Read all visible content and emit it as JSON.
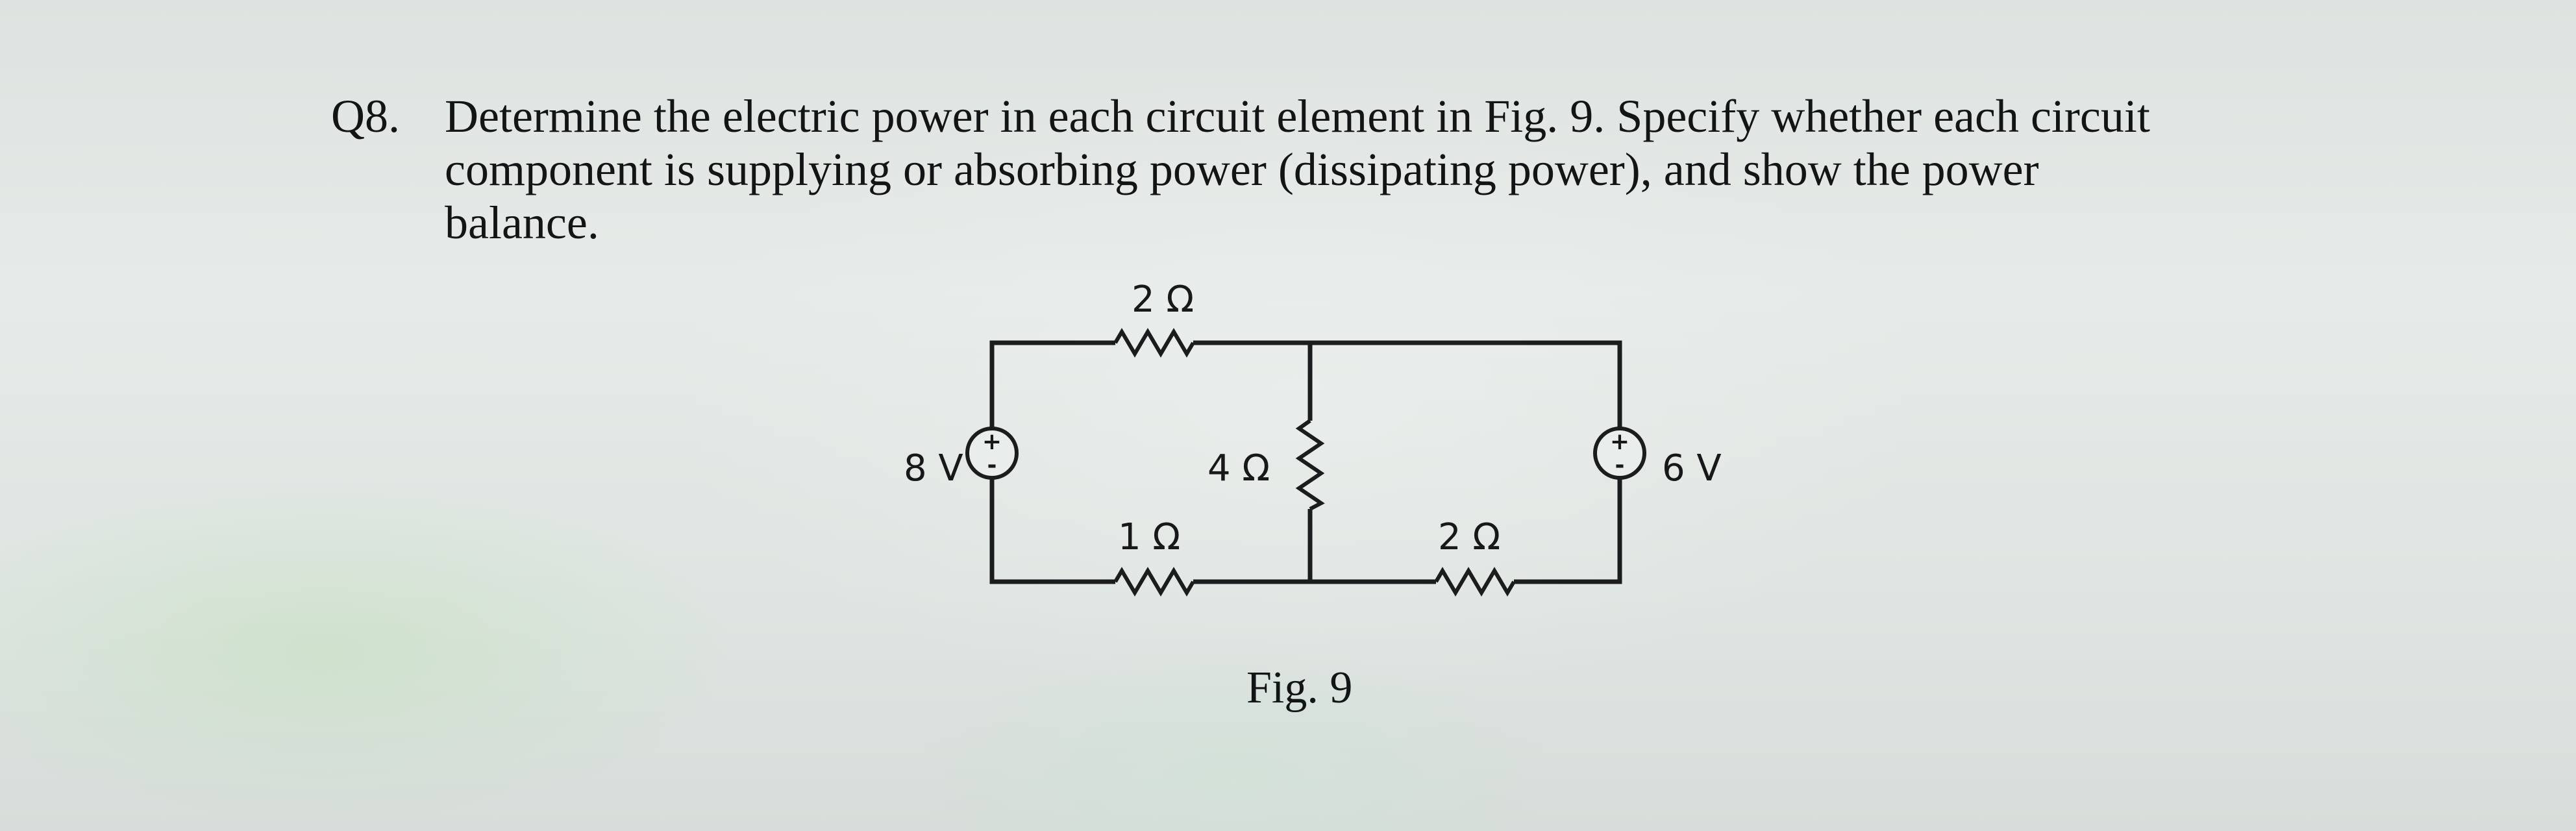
{
  "question": {
    "number": "Q8.",
    "text": "Determine the electric power in each circuit element in Fig. 9. Specify whether each circuit\ncomponent is supplying or absorbing power (dissipating power), and show the power\nbalance."
  },
  "figure": {
    "caption": "Fig. 9",
    "components": {
      "source_left": {
        "label": "8 V",
        "plus": "+",
        "minus": "-"
      },
      "source_right": {
        "label": "6 V",
        "plus": "+",
        "minus": "-"
      },
      "resistor_top": {
        "label": "2 Ω"
      },
      "resistor_middle": {
        "label": "4 Ω"
      },
      "resistor_bottom_left": {
        "label": "1 Ω"
      },
      "resistor_bottom_right": {
        "label": "2 Ω"
      }
    }
  }
}
